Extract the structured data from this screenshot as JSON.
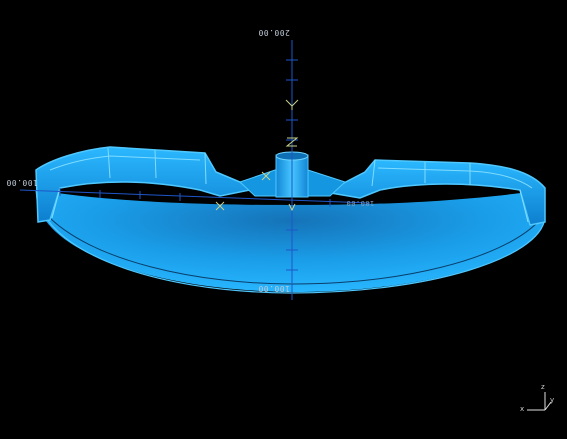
{
  "scene": {
    "background": "#000000",
    "model_color": "#1aa7ec",
    "model_edge_color": "#4fc8ff",
    "dim_line_color": "#1e56c8"
  },
  "dimension_labels": {
    "top": "200.00",
    "left": "100.00",
    "right": "100.00",
    "bottom": "100.00"
  },
  "orientation_triad": {
    "icon": "xyz-axis-triad-icon",
    "x": "x",
    "y": "y",
    "z": "z"
  }
}
